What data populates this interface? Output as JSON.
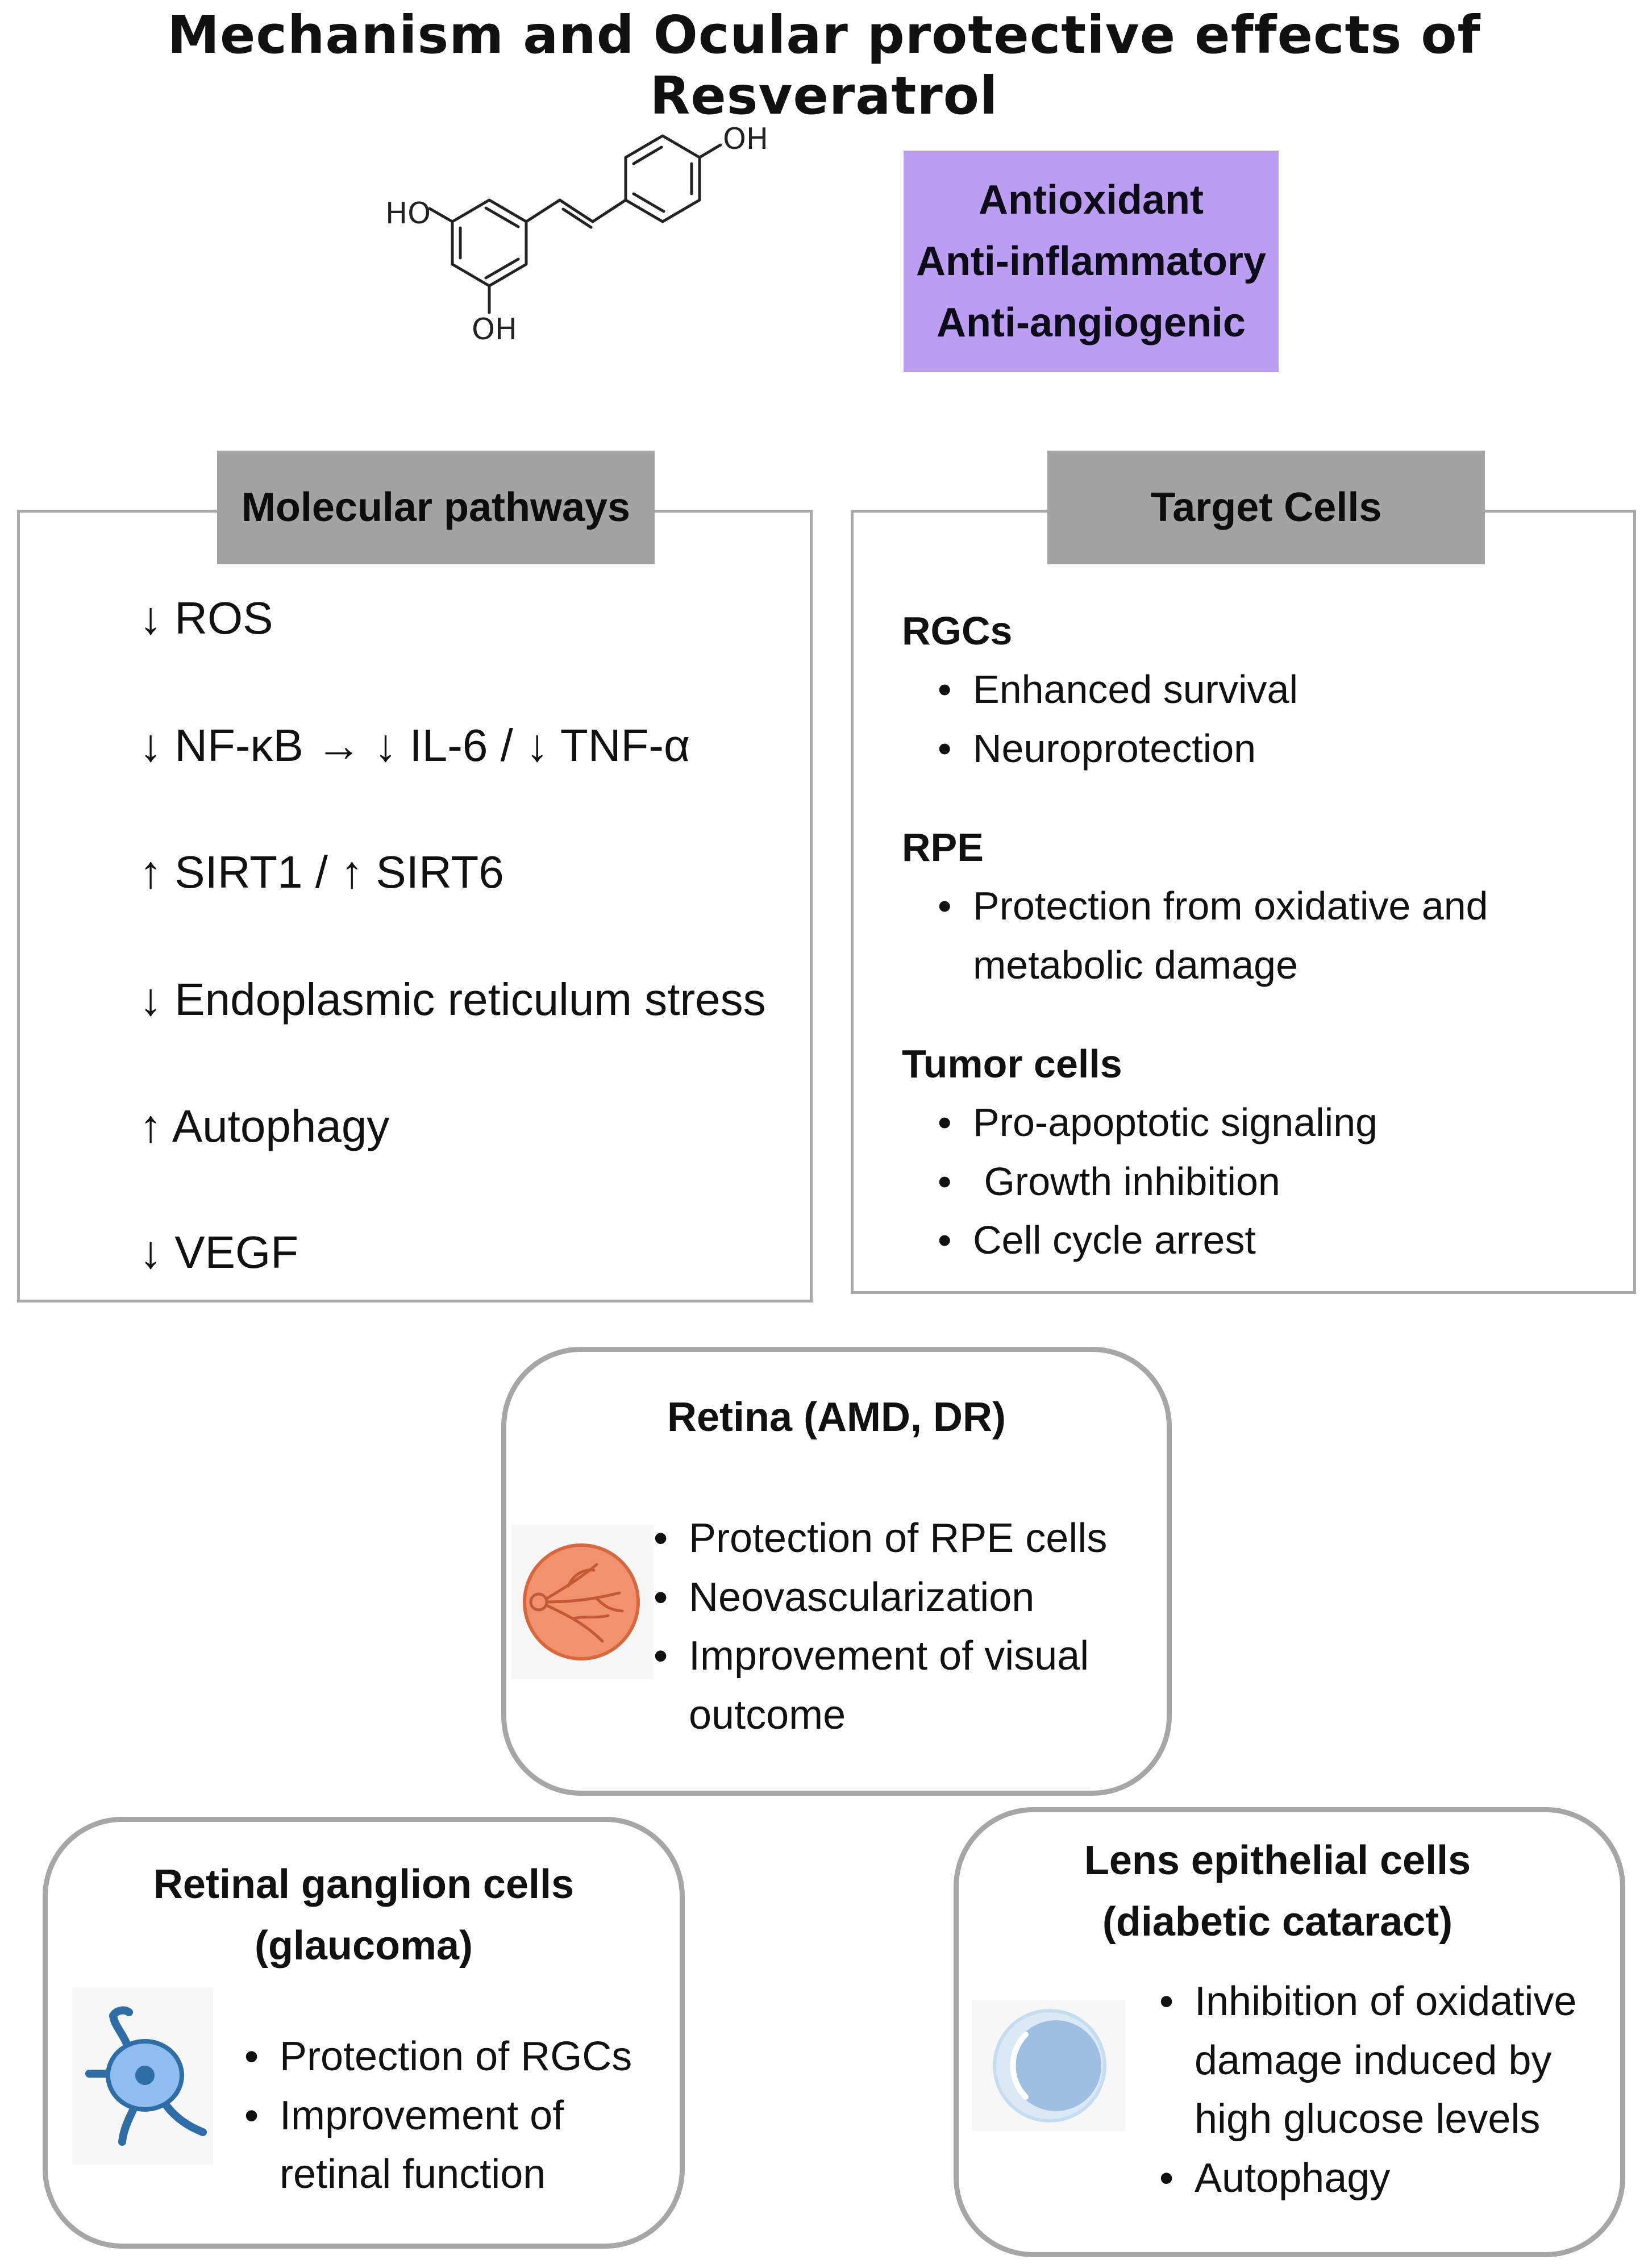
{
  "title": "Mechanism and Ocular protective effects of Resveratrol",
  "molecule": {
    "labels": {
      "oh_top": "OH",
      "ho_left": "HO",
      "oh_bottom": "OH"
    }
  },
  "properties": [
    "Antioxidant",
    "Anti-inflammatory",
    "Anti-angiogenic"
  ],
  "pathways": {
    "header": "Molecular pathways",
    "items": [
      "↓ ROS",
      "↓ NF-κB → ↓ IL-6 / ↓ TNF-α",
      "↑ SIRT1 / ↑ SIRT6",
      "↓ Endoplasmic reticulum stress",
      "↑ Autophagy",
      "↓ VEGF"
    ]
  },
  "targets": {
    "header": "Target Cells",
    "groups": [
      {
        "name": "RGCs",
        "lines": [
          "Enhanced survival",
          "Neuroprotection"
        ]
      },
      {
        "name": "RPE",
        "lines": [
          "Protection from oxidative and",
          "metabolic damage"
        ]
      },
      {
        "name": "Tumor cells",
        "lines": [
          "Pro-apoptotic signaling",
          " Growth inhibition",
          "Cell cycle arrest"
        ]
      }
    ]
  },
  "retina": {
    "title": "Retina (AMD, DR)",
    "lines": [
      "Protection of RPE cells",
      "Neovascularization",
      "Improvement of visual",
      "outcome"
    ],
    "icon": "retina-icon",
    "icon_color": "#f0926f"
  },
  "rgc": {
    "title_lines": [
      "Retinal ganglion cells",
      "(glaucoma)"
    ],
    "lines": [
      "Protection of RGCs",
      "Improvement of",
      "retinal function"
    ],
    "icon": "ganglion-cell-icon",
    "icon_color": "#8fbdf0"
  },
  "lens": {
    "title_lines": [
      "Lens epithelial cells",
      "(diabetic cataract)"
    ],
    "lines": [
      "Inhibition of oxidative",
      "damage induced by",
      "high glucose levels",
      "Autophagy"
    ],
    "icon": "lens-icon",
    "icon_color": "#9fbfe2"
  },
  "colors": {
    "properties_fill": "#bb9df2",
    "header_fill": "#a3a3a3",
    "border": "#a9a9a9"
  }
}
